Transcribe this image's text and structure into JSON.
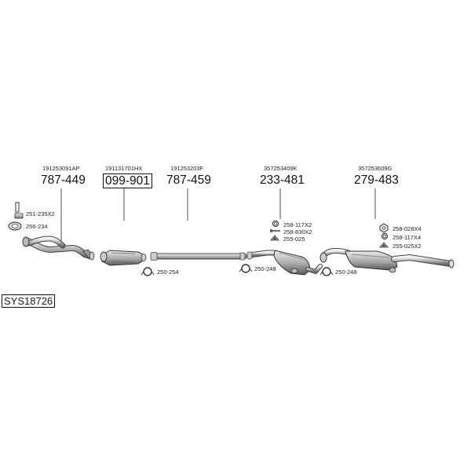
{
  "system_code": "SYS18726",
  "parts": [
    {
      "oem": "191253091AP",
      "number": "787-449",
      "boxed": false
    },
    {
      "oem": "191131701HX",
      "number": "099-901",
      "boxed": true
    },
    {
      "oem": "191253203F",
      "number": "787-459",
      "boxed": false
    },
    {
      "oem": "357253409K",
      "number": "233-481",
      "boxed": false
    },
    {
      "oem": "357253609G",
      "number": "279-483",
      "boxed": false
    }
  ],
  "accessories": [
    {
      "label": "251-235X2",
      "icon": "bracket-icon"
    },
    {
      "label": "256-234",
      "icon": "gasket-icon"
    },
    {
      "label": "250-254",
      "icon": "clamp-icon"
    },
    {
      "label": "250-248",
      "icon": "clamp-icon"
    },
    {
      "label": "258-117X2",
      "icon": "ring-icon"
    },
    {
      "label": "258-830X2",
      "icon": "bolt-icon"
    },
    {
      "label": "255-025",
      "icon": "hanger-icon"
    },
    {
      "label": "250-248",
      "icon": "clamp-icon"
    },
    {
      "label": "258-028X4",
      "icon": "nut-icon"
    },
    {
      "label": "258-117X4",
      "icon": "ring-icon"
    },
    {
      "label": "255-025X2",
      "icon": "hanger-icon"
    }
  ]
}
